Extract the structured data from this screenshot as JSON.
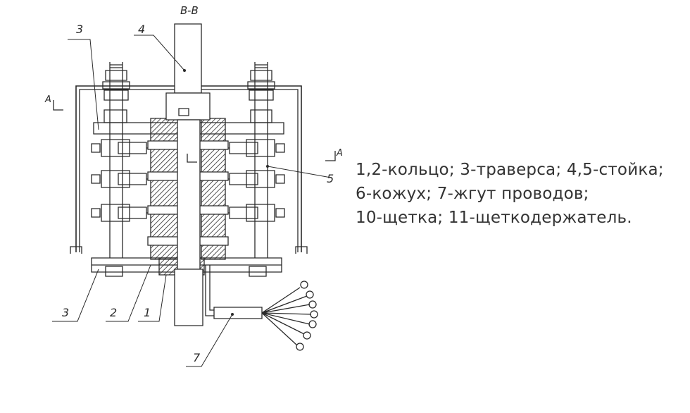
{
  "section_title": "B-B",
  "section_marks": {
    "left": "A",
    "right": "A"
  },
  "callouts": {
    "n3_top": "3",
    "n4": "4",
    "n5": "5",
    "n3_bottom": "3",
    "n2": "2",
    "n1": "1",
    "n7": "7"
  },
  "legend": {
    "line1": "1,2-кольцо; 3-траверса; 4,5-стойка;",
    "line2": "6-кожух; 7-жгут проводов;",
    "line3": "10-щетка; 11-щеткодержатель."
  },
  "colors": {
    "ink": "#2a2a2a",
    "background": "#ffffff"
  }
}
